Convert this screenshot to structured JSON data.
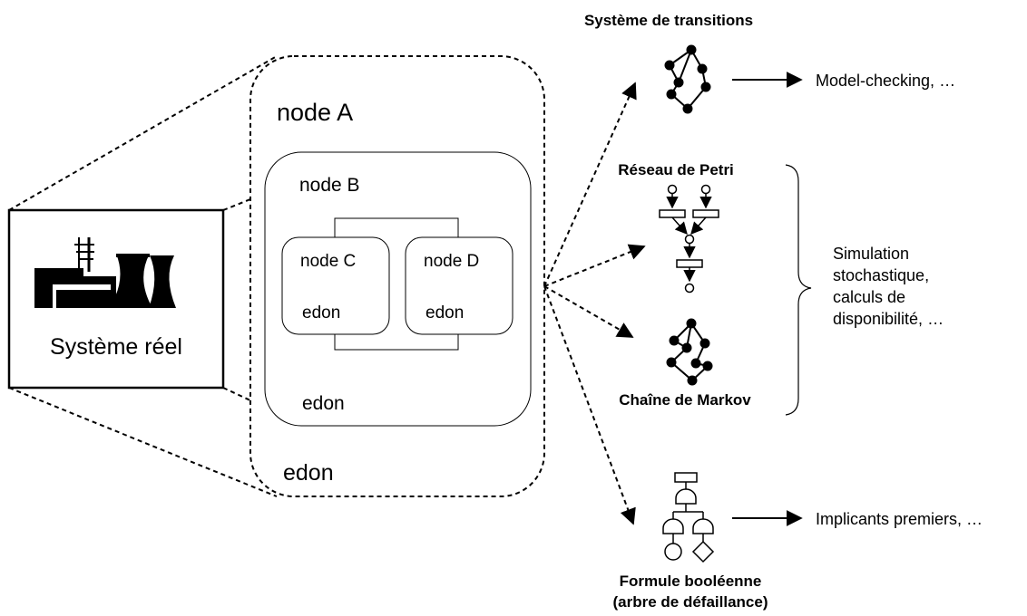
{
  "real_system": {
    "label": "Système réel"
  },
  "model": {
    "node_a": {
      "title": "node A",
      "footer": "edon"
    },
    "node_b": {
      "title": "node B",
      "footer": "edon"
    },
    "node_c": {
      "title": "node C",
      "footer": "edon"
    },
    "node_d": {
      "title": "node D",
      "footer": "edon"
    }
  },
  "targets": {
    "transition_system": {
      "title": "Système de transitions",
      "result": "Model-checking, …"
    },
    "petri_net": {
      "title": "Réseau de Petri"
    },
    "markov_chain": {
      "title": "Chaîne de Markov"
    },
    "stochastic_group": {
      "result_lines": [
        "Simulation",
        "stochastique,",
        "calculs de",
        "disponibilité, …"
      ]
    },
    "boolean_formula": {
      "title_lines": [
        "Formule booléenne",
        "(arbre de défaillance)"
      ],
      "result": "Implicants premiers, …"
    }
  }
}
